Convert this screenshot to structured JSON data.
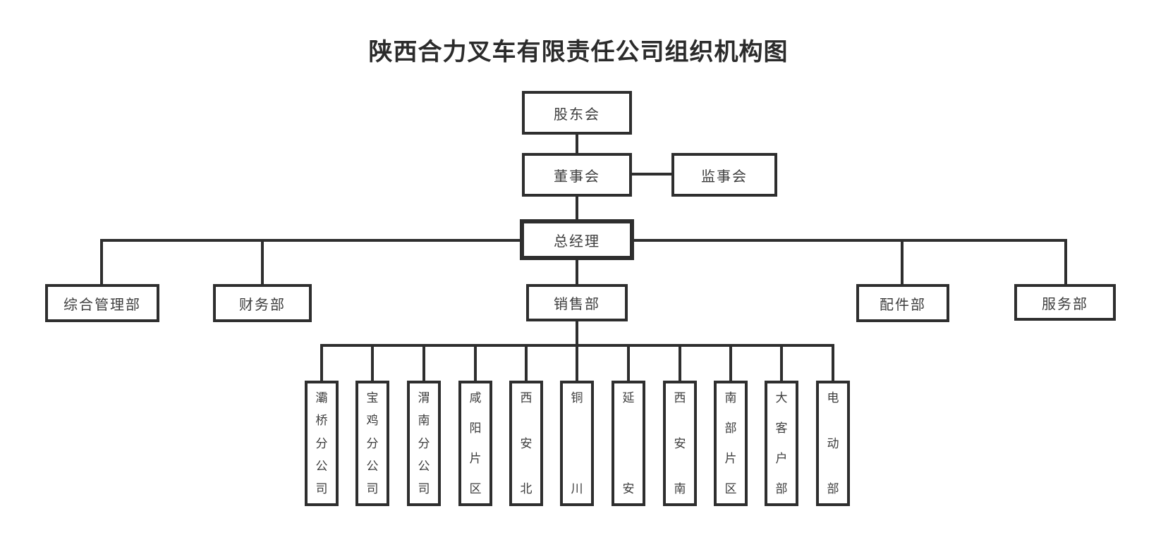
{
  "title": "陕西合力叉车有限责任公司组织机构图",
  "colors": {
    "line": "#2e2e2e",
    "text": "#3d3d3d",
    "background": "#ffffff"
  },
  "org": {
    "shareholders": {
      "label": "股东会"
    },
    "board": {
      "label": "董事会"
    },
    "supervisors": {
      "label": "监事会"
    },
    "general_manager": {
      "label": "总经理"
    },
    "departments": [
      {
        "id": "general-management",
        "label": "综合管理部"
      },
      {
        "id": "finance",
        "label": "财务部"
      },
      {
        "id": "sales",
        "label": "销售部"
      },
      {
        "id": "parts",
        "label": "配件部"
      },
      {
        "id": "service",
        "label": "服务部"
      }
    ],
    "sales_units": [
      {
        "id": "baqiao-branch",
        "label": "灞桥分公司"
      },
      {
        "id": "baoji-branch",
        "label": "宝鸡分公司"
      },
      {
        "id": "weinan-branch",
        "label": "渭南分公司"
      },
      {
        "id": "xianyang-area",
        "label": "咸阳片区"
      },
      {
        "id": "xian-north",
        "label": "西安北"
      },
      {
        "id": "tongchuan",
        "label": "铜川"
      },
      {
        "id": "yanan",
        "label": "延安"
      },
      {
        "id": "xian-south",
        "label": "西安南"
      },
      {
        "id": "southern-area",
        "label": "南部片区"
      },
      {
        "id": "key-accounts",
        "label": "大客户部"
      },
      {
        "id": "electric-dept",
        "label": "电动部"
      }
    ]
  }
}
